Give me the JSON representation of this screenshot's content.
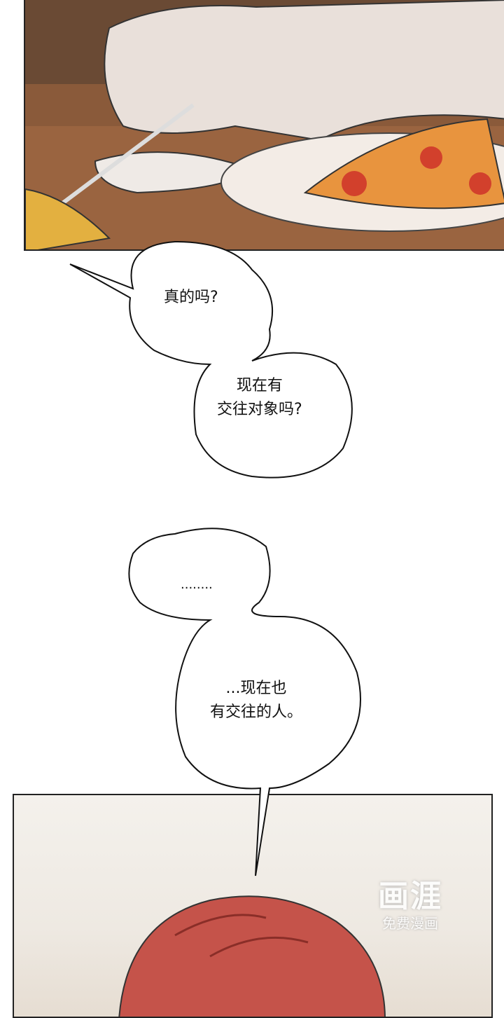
{
  "bubbles": [
    {
      "text_lines": [
        "真的吗?"
      ]
    },
    {
      "text_lines": [
        "现在有",
        "交往对象吗?"
      ]
    },
    {
      "text_lines": [
        "........"
      ]
    },
    {
      "text_lines": [
        "...现在也",
        "有交往的人。"
      ]
    }
  ],
  "watermark": {
    "logo": "画涯",
    "subtitle": "免费漫画"
  },
  "colors": {
    "hair": "#c5534a",
    "table": "#8a5a3a",
    "pizza": "#e08a3a"
  }
}
